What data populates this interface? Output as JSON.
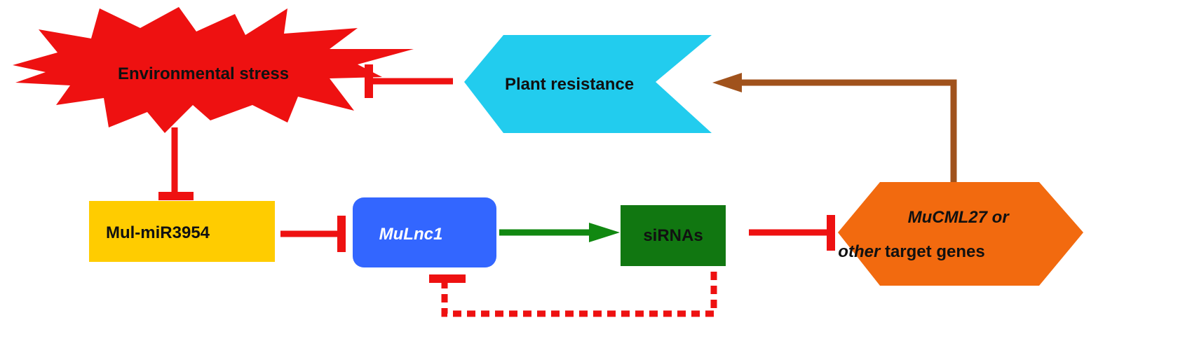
{
  "nodes": {
    "environmental_stress": {
      "label": "Environmental stress",
      "fill": "#ee1111"
    },
    "plant_resistance": {
      "label": "Plant resistance",
      "fill": "#22ccee"
    },
    "mul_mir3954": {
      "label": "Mul-miR3954",
      "fill": "#ffcc00"
    },
    "mulnc1": {
      "label": "MuLnc1",
      "fill": "#3366ff",
      "text_color": "#ffffff"
    },
    "sirnas": {
      "label": "siRNAs",
      "fill": "#117711"
    },
    "target_genes": {
      "line1_italic": "MuCML27 or",
      "line2_italic": "other",
      "line2_rest": " target genes",
      "fill": "#f26a0f"
    }
  },
  "edge_colors": {
    "inhibit": "#ee1111",
    "activate": "#118811",
    "promote": "#a0521c"
  },
  "edges": [
    {
      "from": "plant_resistance",
      "to": "environmental_stress",
      "type": "inhibition"
    },
    {
      "from": "environmental_stress",
      "to": "mul_mir3954",
      "type": "inhibition"
    },
    {
      "from": "mul_mir3954",
      "to": "mulnc1",
      "type": "inhibition"
    },
    {
      "from": "mulnc1",
      "to": "sirnas",
      "type": "activation"
    },
    {
      "from": "sirnas",
      "to": "target_genes",
      "type": "inhibition"
    },
    {
      "from": "sirnas",
      "to": "mulnc1",
      "type": "inhibition",
      "style": "dashed"
    },
    {
      "from": "target_genes",
      "to": "plant_resistance",
      "type": "activation"
    }
  ]
}
